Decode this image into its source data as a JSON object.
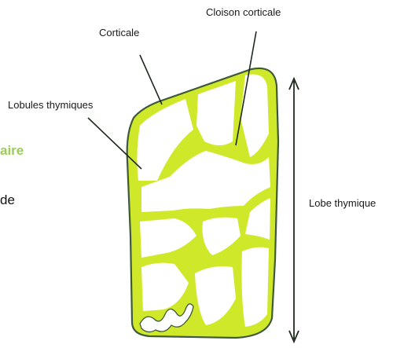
{
  "labels": {
    "cloison": "Cloison corticale",
    "corticale": "Corticale",
    "lobules": "Lobules thymiques",
    "lobe": "Lobe thymique"
  },
  "fragments": {
    "green": "aire",
    "dark": "de"
  },
  "colors": {
    "cortex": "#cfe92a",
    "outline": "#3f5a38",
    "leader": "#1f2a1f",
    "fragment_green": "#9ccc5a"
  }
}
